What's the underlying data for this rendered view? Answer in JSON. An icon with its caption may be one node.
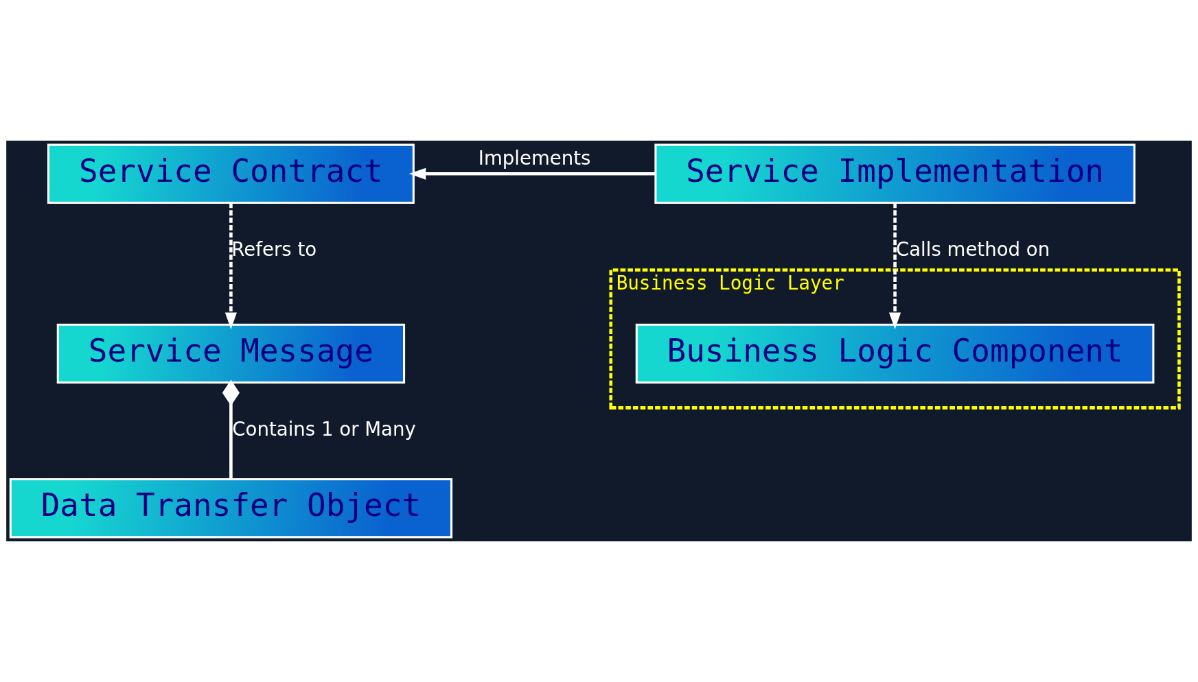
{
  "diagram": {
    "nodes": [
      {
        "text": [
          "Service Contract"
        ]
      },
      {
        "text": [
          "Service Implementation"
        ]
      },
      {
        "text": [
          "Service Message"
        ]
      },
      {
        "text": [
          "Data Transfer Object"
        ]
      },
      {
        "text": [
          "Business Logic Layer"
        ]
      },
      {
        "text": [
          "Business Logic Component"
        ],
        "in": 4
      }
    ],
    "edges": [
      {
        "from": 1,
        "to": 0,
        "arrow": "to",
        "label": "Implements"
      },
      {
        "from": 0,
        "to": 2,
        "arrow": "to",
        "label": "Refers to",
        "style": "dashed"
      },
      {
        "from": 1,
        "to": 5,
        "arrow": "to",
        "label": "Calls method on",
        "style": "dashed"
      },
      {
        "from": 2,
        "to": 3,
        "arrow": "other",
        "label": "Contains 1 or Many"
      }
    ]
  }
}
